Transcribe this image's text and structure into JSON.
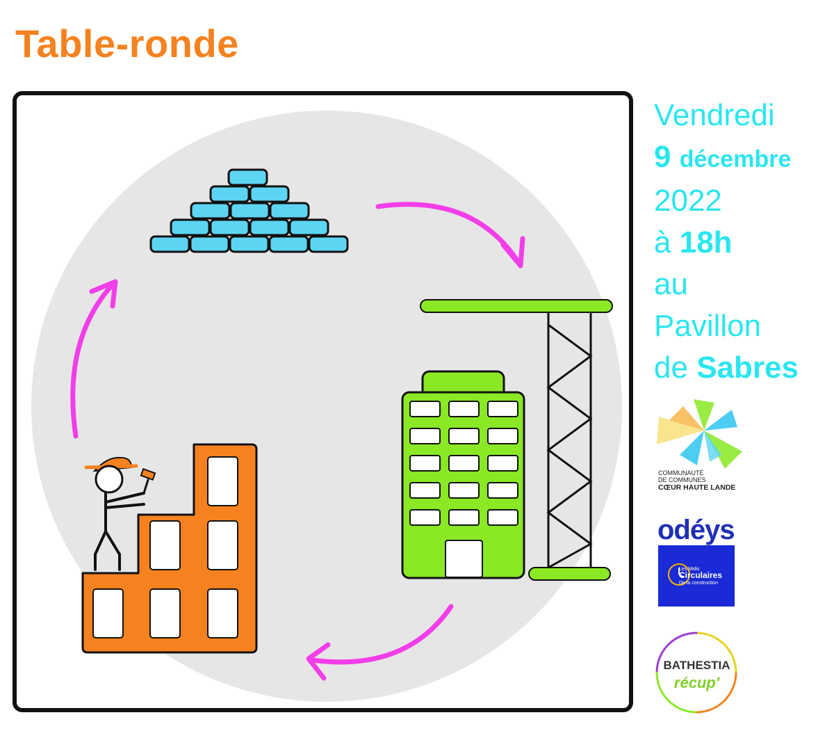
{
  "title": "Table-ronde",
  "event": {
    "day": "Vendredi",
    "date_number": "9",
    "date_month": "décembre",
    "year": "2022",
    "time_prefix": "à",
    "time": "18h",
    "place_prefix": "au",
    "place": "Pavillon",
    "place_de": "de",
    "place_name": "Sabres"
  },
  "logos": {
    "cchl_line1": "COMMUNAUTÉ",
    "cchl_line2": "DE COMMUNES",
    "cchl_line3": "CŒUR HAUTE LANDE",
    "odeys": "odéys",
    "midis_line1": "Les Midis",
    "midis_line2": "Circulaires",
    "midis_line3": "De la construction",
    "bathestia_line1": "BATHESTIA",
    "bathestia_line2": "récup'"
  },
  "colors": {
    "title": "#f5821f",
    "info": "#2ae6ef",
    "bricks": "#5dd5f2",
    "green": "#8ae825",
    "orange": "#f5821f",
    "arrows": "#f23ee8",
    "circle": "#e6e6e6"
  }
}
